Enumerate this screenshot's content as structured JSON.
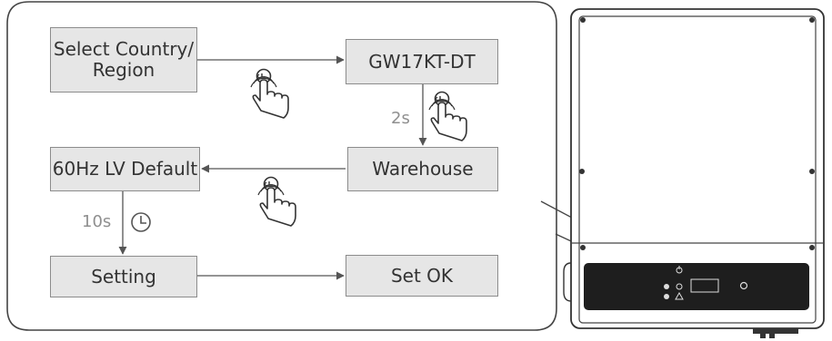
{
  "flow": {
    "nodes": {
      "select_country": "Select Country/\nRegion",
      "model": "GW17KT-DT",
      "warehouse": "Warehouse",
      "default": "60Hz LV Default",
      "setting": "Setting",
      "set_ok": "Set OK"
    },
    "delays": {
      "model_to_warehouse": "2s",
      "default_to_setting": "10s"
    }
  },
  "icons": [
    "press-button-hand-icon",
    "clock-icon",
    "warning-icon",
    "power-icon"
  ],
  "colors": {
    "box_fill": "#e6e6e6",
    "line": "#555555",
    "label": "#8f8f8f",
    "panel": "#1e1e1e"
  }
}
